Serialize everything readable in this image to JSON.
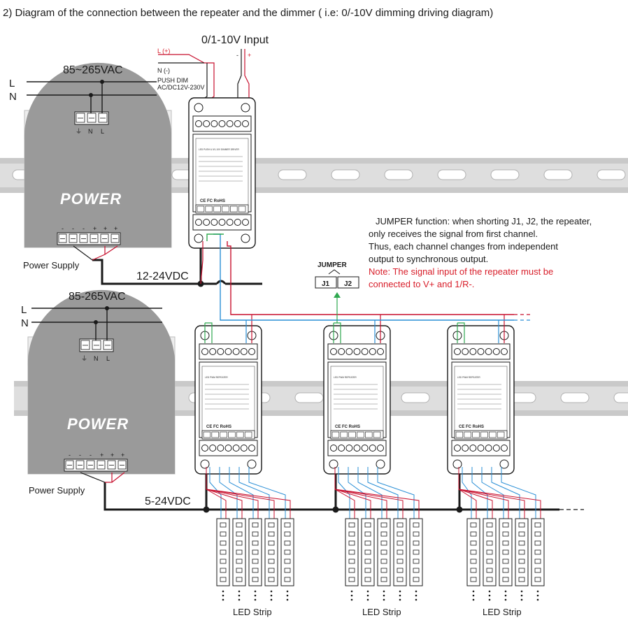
{
  "title": "2)  Diagram of the connection between the repeater and the dimmer ( i.e: 0/-10V dimming driving diagram)",
  "input_label": "0/1-10V Input",
  "input_plus_sign": "+",
  "input_minus_sign": "-",
  "push_dim": {
    "l_label": "L (+)",
    "n_label": "N (-)",
    "line1": "PUSH DIM",
    "line2": "AC/DC12V-230V"
  },
  "mains_top": {
    "voltage": "85~265VAC",
    "l": "L",
    "n": "N"
  },
  "mains_bottom": {
    "voltage": "85-265VAC",
    "l": "L",
    "n": "N"
  },
  "psu": {
    "brand": "POWER",
    "caption": "Power Supply",
    "terminal_signs": [
      "-",
      "-",
      "-",
      "+",
      "+",
      "+"
    ],
    "input_marks": [
      "⏚",
      "N",
      "L"
    ]
  },
  "bus_top": "12-24VDC",
  "bus_bottom": "5-24VDC",
  "jumper": {
    "title": "JUMPER",
    "j1": "J1",
    "j2": "J2"
  },
  "note": {
    "line1": "JUMPER function: when shorting J1, J2, the repeater,",
    "line2": "only receives the signal from first channel.",
    "line3": "Thus, each channel changes from independent",
    "line4": "output to synchronous output.",
    "red1": "Note: The signal input of the repeater must be",
    "red2": "connected to V+ and 1/R-."
  },
  "dimmer_label": "LED PUSH & 0/1-10V DIMMER DRIVER",
  "repeater_label": "LED PWM REPEATER",
  "module_marks": "CE FC RoHS",
  "led_caption": "LED Strip",
  "colors": {
    "wire_red": "#c8102e",
    "wire_blue": "#2a8fd6",
    "wire_green": "#2fa84f",
    "psu_gray": "#9a9a9a",
    "rail_gray": "#c9c9c9",
    "ink": "#1a1a1a"
  }
}
